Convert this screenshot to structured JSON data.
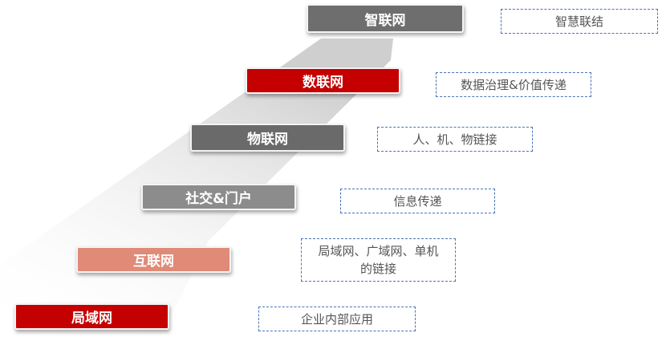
{
  "stages": [
    {
      "label": "智联网",
      "description": "智慧联结",
      "color": "#6e6e6e"
    },
    {
      "label": "数联网",
      "description": "数据治理&价值传递",
      "color": "#c40000"
    },
    {
      "label": "物联网",
      "description": "人、机、物链接",
      "color": "#6a6a6a"
    },
    {
      "label": "社交&门户",
      "description": "信息传递",
      "color": "#8c8c8c"
    },
    {
      "label": "互联网",
      "description": "局域网、广域网、单机的链接",
      "color": "#e08a78"
    },
    {
      "label": "局域网",
      "description": "企业内部应用",
      "color": "#c40000"
    }
  ]
}
